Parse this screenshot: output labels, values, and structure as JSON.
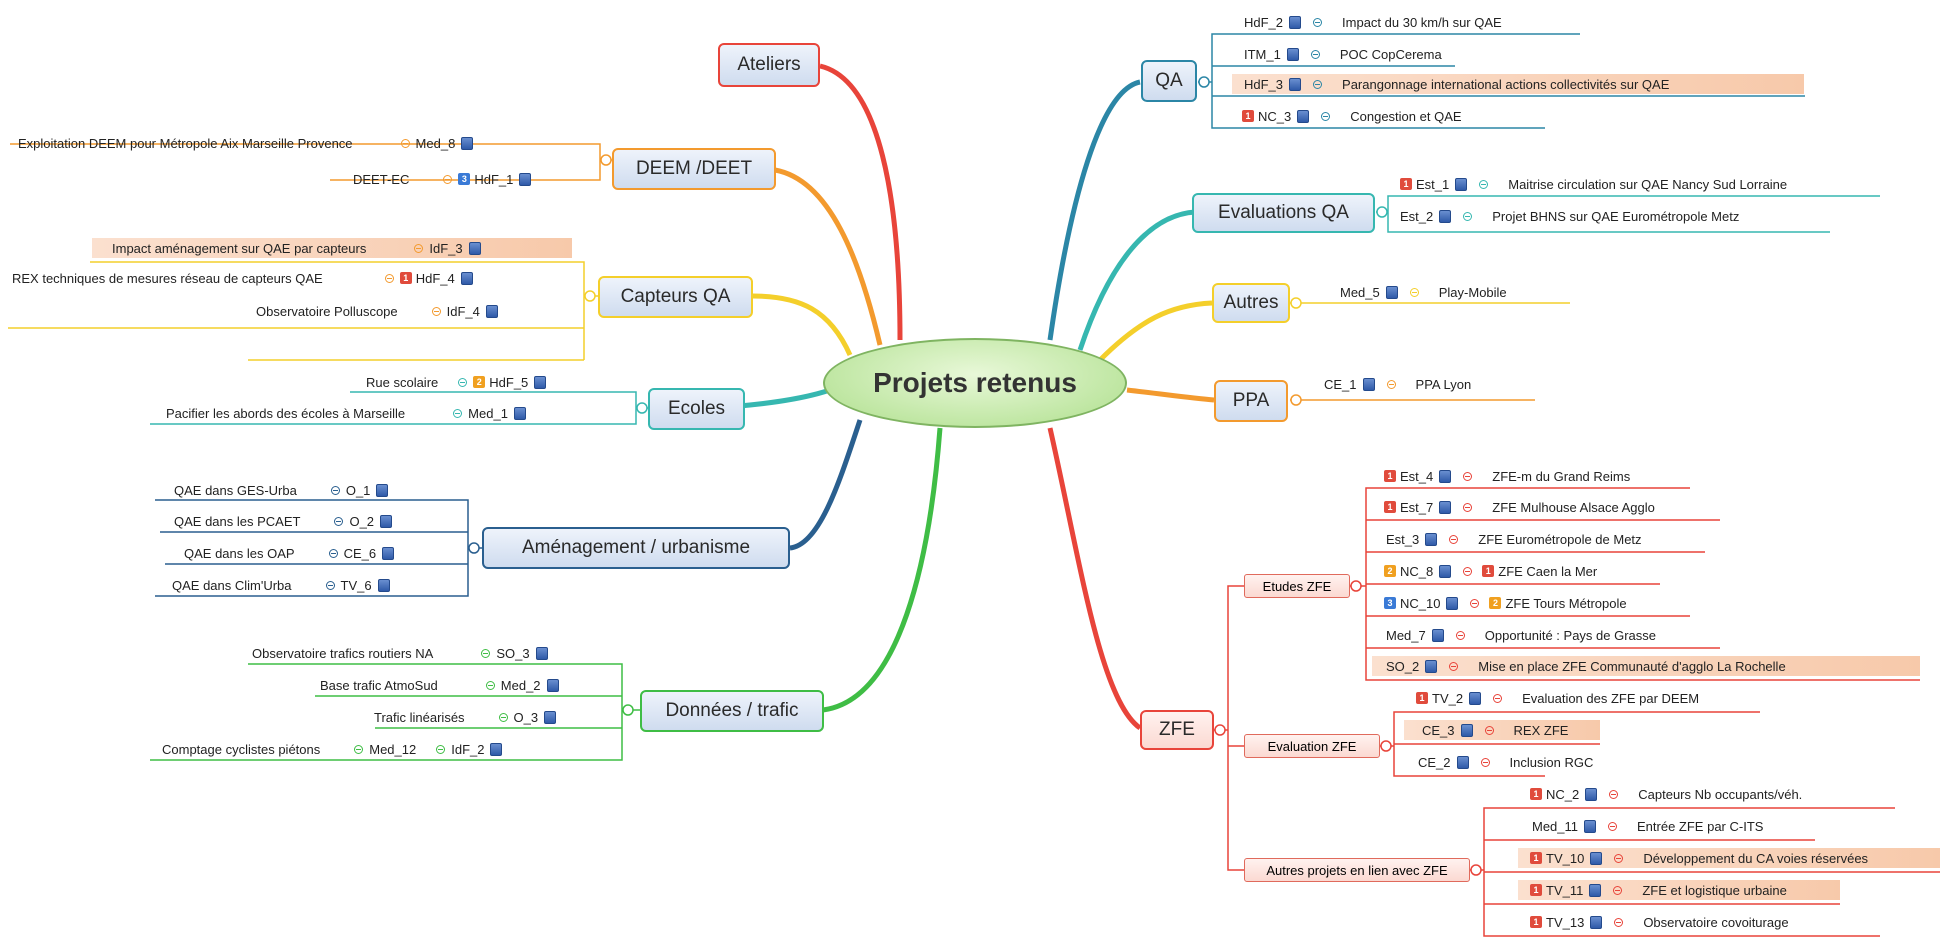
{
  "central": "Projets retenus",
  "colors": {
    "red": "#e8443a",
    "orange": "#f39a2e",
    "yellow": "#f4cf2b",
    "teal": "#36b7b0",
    "blue": "#2b86a6",
    "darkblue": "#2e7ea2",
    "green": "#3fbd45",
    "navy": "#2a5f8f",
    "pri1": "#e04b3c",
    "pri2": "#f0a020",
    "pri3": "#3a7ad6"
  },
  "left": {
    "ateliers": {
      "label": "Ateliers"
    },
    "deem": {
      "label": "DEEM /DEET",
      "rows": [
        {
          "text": "Exploitation DEEM pour Métropole Aix Marseille Provence",
          "code": "Med_8"
        },
        {
          "text": "DEET-EC",
          "pri": "3",
          "code": "HdF_1"
        }
      ]
    },
    "capteurs": {
      "label": "Capteurs QA",
      "rows": [
        {
          "text": "Impact  aménagement sur QAE par capteurs",
          "code": "IdF_3"
        },
        {
          "text": "REX  techniques de mesures réseau de capteurs QAE",
          "pri": "1",
          "code": "HdF_4"
        },
        {
          "text": "Observatoire Polluscope",
          "code": "IdF_4"
        }
      ]
    },
    "ecoles": {
      "label": "Ecoles",
      "rows": [
        {
          "text": "Rue scolaire",
          "pri": "2",
          "code": "HdF_5"
        },
        {
          "text": "Pacifier les abords des écoles à Marseille",
          "code": "Med_1"
        }
      ]
    },
    "amenagement": {
      "label": "Aménagement / urbanisme",
      "rows": [
        {
          "text": "QAE dans GES-Urba",
          "code": "O_1"
        },
        {
          "text": "QAE dans les PCAET",
          "code": "O_2"
        },
        {
          "text": "QAE dans les OAP",
          "code": "CE_6"
        },
        {
          "text": "QAE dans Clim'Urba",
          "code": "TV_6"
        }
      ]
    },
    "donnees": {
      "label": "Données / trafic",
      "rows": [
        {
          "text": "Observatoire trafics routiers NA",
          "code": "SO_3"
        },
        {
          "text": "Base trafic AtmoSud",
          "code": "Med_2"
        },
        {
          "text": "Trafic linéarisés",
          "code": "O_3"
        },
        {
          "text": "Comptage cyclistes piétons",
          "code": "Med_12",
          "code2": "IdF_2"
        }
      ]
    }
  },
  "right": {
    "qa": {
      "label": "QA",
      "rows": [
        {
          "code": "HdF_2",
          "text": "Impact du 30 km/h sur QAE"
        },
        {
          "code": "ITM_1",
          "text": "POC CopCerema"
        },
        {
          "code": "HdF_3",
          "text": "Parangonnage international actions collectivités sur QAE"
        },
        {
          "pri": "1",
          "code": "NC_3",
          "text": "Congestion et QAE"
        }
      ]
    },
    "evaluations": {
      "label": "Evaluations QA",
      "rows": [
        {
          "pri": "1",
          "code": "Est_1",
          "text": "Maitrise circulation sur QAE Nancy Sud Lorraine"
        },
        {
          "code": "Est_2",
          "text": "Projet BHNS sur QAE Eurométropole Metz"
        }
      ]
    },
    "autres": {
      "label": "Autres",
      "rows": [
        {
          "code": "Med_5",
          "text": "Play-Mobile"
        }
      ]
    },
    "ppa": {
      "label": "PPA",
      "rows": [
        {
          "code": "CE_1",
          "text": "PPA Lyon"
        }
      ]
    },
    "zfe": {
      "label": "ZFE",
      "etudes": {
        "label": "Etudes ZFE",
        "rows": [
          {
            "pri": "1",
            "code": "Est_4",
            "text": "ZFE-m du Grand Reims"
          },
          {
            "pri": "1",
            "code": "Est_7",
            "text": "ZFE Mulhouse Alsace Agglo"
          },
          {
            "code": "Est_3",
            "text": "ZFE Eurométropole de Metz"
          },
          {
            "pri": "2",
            "code": "NC_8",
            "pri2": "1",
            "text": "ZFE Caen la Mer"
          },
          {
            "pri": "3",
            "code": "NC_10",
            "pri2": "2",
            "text": "ZFE Tours Métropole"
          },
          {
            "code": "Med_7",
            "text": "Opportunité : Pays de Grasse"
          },
          {
            "code": "SO_2",
            "text": "Mise en place ZFE Communauté d'agglo La Rochelle"
          }
        ]
      },
      "evaluation": {
        "label": "Evaluation ZFE",
        "rows": [
          {
            "pri": "1",
            "code": "TV_2",
            "text": "Evaluation des ZFE par DEEM"
          },
          {
            "code": "CE_3",
            "text": "REX ZFE"
          },
          {
            "code": "CE_2",
            "text": "Inclusion RGC"
          }
        ]
      },
      "autres": {
        "label": "Autres projets en lien avec ZFE",
        "rows": [
          {
            "pri": "1",
            "code": "NC_2",
            "text": "Capteurs Nb occupants/véh."
          },
          {
            "code": "Med_11",
            "text": "Entrée ZFE par C-ITS"
          },
          {
            "pri": "1",
            "code": "TV_10",
            "text": "Développement du CA voies réservées"
          },
          {
            "pri": "1",
            "code": "TV_11",
            "text": "ZFE et logistique urbaine"
          },
          {
            "pri": "1",
            "code": "TV_13",
            "text": "Observatoire covoiturage"
          }
        ]
      }
    }
  }
}
